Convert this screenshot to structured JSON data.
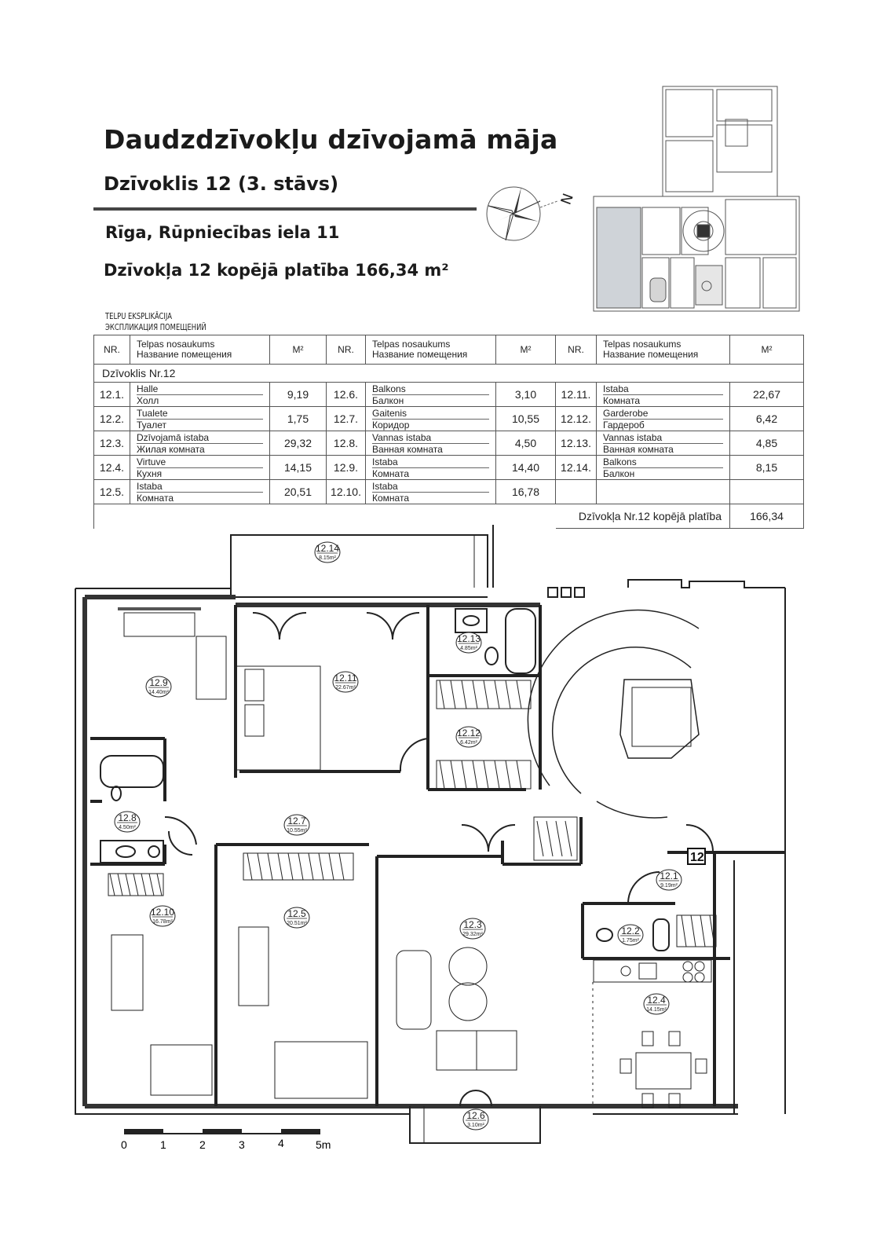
{
  "header": {
    "title": "Daudzdzīvokļu dzīvojamā māja",
    "subtitle": "Dzīvoklis 12 (3. stāvs)",
    "address": "Rīga, Rūpniecības iela 11",
    "total_area_line": "Dzīvokļa 12  kopējā platība 166,34 m²"
  },
  "compass": {
    "north_label": "N"
  },
  "explication": {
    "title_lv": "TELPU EKSPLIKĀCIJA",
    "title_ru": "ЭКСПЛИКАЦИЯ ПОМЕЩЕНИЙ"
  },
  "table": {
    "col_nr": "NR.",
    "col_name_lv": "Telpas nosaukums",
    "col_name_ru": "Название помещения",
    "col_area": "M²",
    "apartment_label": "Dzīvoklis Nr.12",
    "rows": [
      [
        {
          "nr": "12.1.",
          "lv": "Halle",
          "ru": "Холл",
          "area": "9,19"
        },
        {
          "nr": "12.6.",
          "lv": "Balkons",
          "ru": "Балкон",
          "area": "3,10"
        },
        {
          "nr": "12.11.",
          "lv": "Istaba",
          "ru": "Комната",
          "area": "22,67"
        }
      ],
      [
        {
          "nr": "12.2.",
          "lv": "Tualete",
          "ru": "Туалет",
          "area": "1,75"
        },
        {
          "nr": "12.7.",
          "lv": "Gaitenis",
          "ru": "Коридор",
          "area": "10,55"
        },
        {
          "nr": "12.12.",
          "lv": "Garderobe",
          "ru": "Гардероб",
          "area": "6,42"
        }
      ],
      [
        {
          "nr": "12.3.",
          "lv": "Dzīvojamā istaba",
          "ru": "Жилая комната",
          "area": "29,32"
        },
        {
          "nr": "12.8.",
          "lv": "Vannas istaba",
          "ru": "Ванная комната",
          "area": "4,50"
        },
        {
          "nr": "12.13.",
          "lv": "Vannas istaba",
          "ru": "Ванная комната",
          "area": "4,85"
        }
      ],
      [
        {
          "nr": "12.4.",
          "lv": "Virtuve",
          "ru": "Кухня",
          "area": "14,15"
        },
        {
          "nr": "12.9.",
          "lv": "Istaba",
          "ru": "Комната",
          "area": "14,40"
        },
        {
          "nr": "12.14.",
          "lv": "Balkons",
          "ru": "Балкон",
          "area": "8,15"
        }
      ],
      [
        {
          "nr": "12.5.",
          "lv": "Istaba",
          "ru": "Комната",
          "area": "20,51"
        },
        {
          "nr": "12.10.",
          "lv": "Istaba",
          "ru": "Комната",
          "area": "16,78"
        },
        null
      ]
    ],
    "total_label": "Dzīvokļa Nr.12 kopējā platība",
    "total_value": "166,34"
  },
  "plan": {
    "apartment_number": "12",
    "rooms": [
      {
        "id": "12.14",
        "area": "8.15m²"
      },
      {
        "id": "12.13",
        "area": "4.85m²"
      },
      {
        "id": "12.9",
        "area": "14.40m²"
      },
      {
        "id": "12.11",
        "area": "22.67m²"
      },
      {
        "id": "12.12",
        "area": "6.42m²"
      },
      {
        "id": "12.8",
        "area": "4.50m²"
      },
      {
        "id": "12.7",
        "area": "10.55m²"
      },
      {
        "id": "12.1",
        "area": "9.19m²"
      },
      {
        "id": "12.10",
        "area": "16.78m²"
      },
      {
        "id": "12.5",
        "area": "20.51m²"
      },
      {
        "id": "12.3",
        "area": "29.32m²"
      },
      {
        "id": "12.2",
        "area": "1.75m²"
      },
      {
        "id": "12.4",
        "area": "14.15m²"
      },
      {
        "id": "12.6",
        "area": "3.10m²"
      }
    ],
    "scale": [
      "0",
      "1",
      "2",
      "3",
      "4",
      "5m"
    ]
  }
}
